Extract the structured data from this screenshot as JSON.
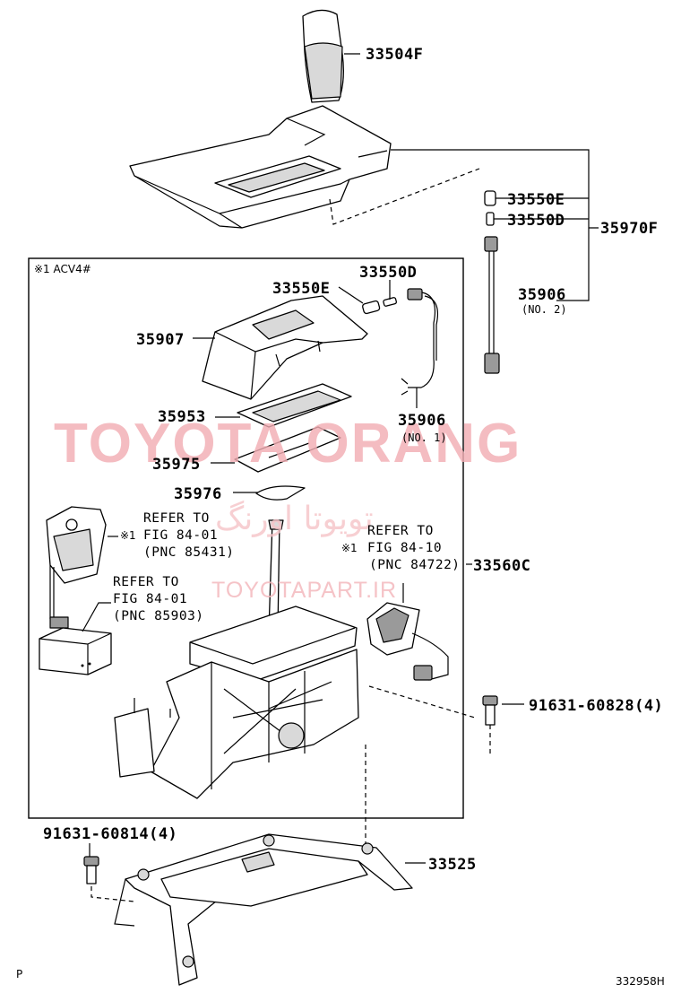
{
  "labels": {
    "shift_knob": "33504F",
    "bulb_e_top": "33550E",
    "bulb_d_top": "33550D",
    "panel_assy": "35970F",
    "cord_no2": "35906",
    "cord_no2_sub": "(NO. 2)",
    "inset_note": "※1 ACV4#",
    "bulb_e_inner": "33550E",
    "bulb_d_inner": "33550D",
    "housing": "35907",
    "plate": "35953",
    "cord_no1": "35906",
    "cord_no1_sub": "(NO. 1)",
    "slide_cover": "35975",
    "indicator": "35976",
    "ref1_line1": "REFER TO",
    "ref1_line2": "FIG 84-01",
    "ref1_line3": "(PNC 85431)",
    "ref1_mark": "※1",
    "ref2_line1": "REFER TO",
    "ref2_line2": "FIG 84-01",
    "ref2_line3": "(PNC 85903)",
    "ref3_line1": "REFER TO",
    "ref3_line2": "FIG 84-10",
    "ref3_line3": "(PNC 84722)",
    "ref3_mark": "※1",
    "switch": "33560C",
    "bolt_right": "91631-60828(4)",
    "bolt_left": "91631-60814(4)",
    "bracket": "33525",
    "corner_left": "P",
    "corner_right": "332958H"
  },
  "watermark": {
    "brand": "TOYOTA ORANG",
    "persian": "تویوتا اورنگ",
    "site": "TOYOTAPART.IR",
    "color": "#f2aeb4"
  }
}
